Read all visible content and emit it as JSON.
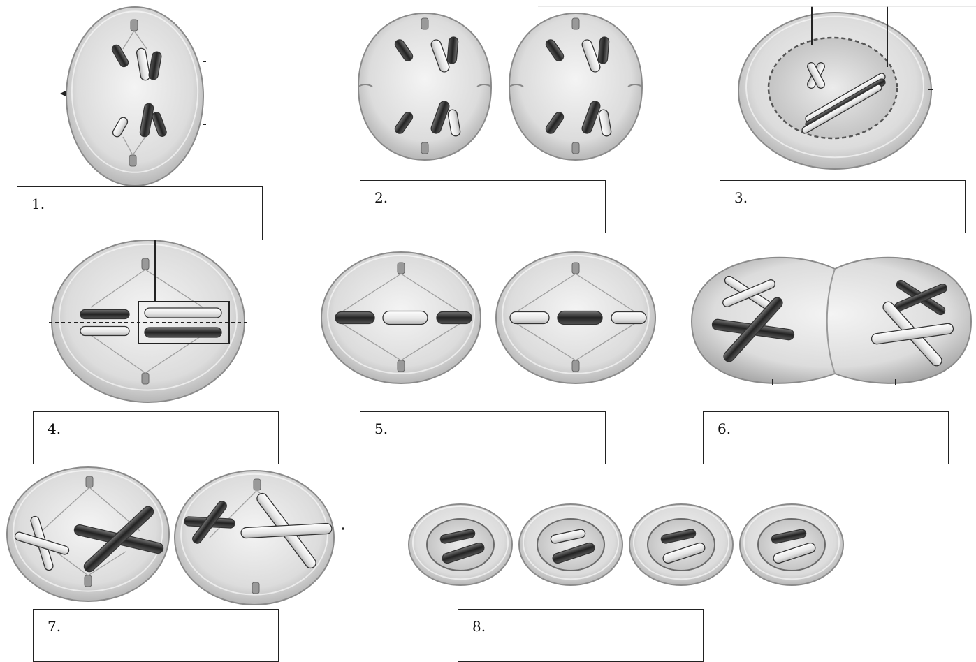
{
  "labels": [
    {
      "id": 1,
      "text": "1."
    },
    {
      "id": 2,
      "text": "2."
    },
    {
      "id": 3,
      "text": "3."
    },
    {
      "id": 4,
      "text": "4."
    },
    {
      "id": 5,
      "text": "5."
    },
    {
      "id": 6,
      "text": "6."
    },
    {
      "id": 7,
      "text": "7."
    },
    {
      "id": 8,
      "text": "8."
    }
  ],
  "colors": {
    "cell_fill": "#e2e2e2",
    "cell_edge": "#8a8a8a",
    "chromosome_dark": "#3a3a3a",
    "chromosome_light": "#f2f2f2",
    "spindle": "#9a9a9a",
    "box_border": "#222222"
  }
}
